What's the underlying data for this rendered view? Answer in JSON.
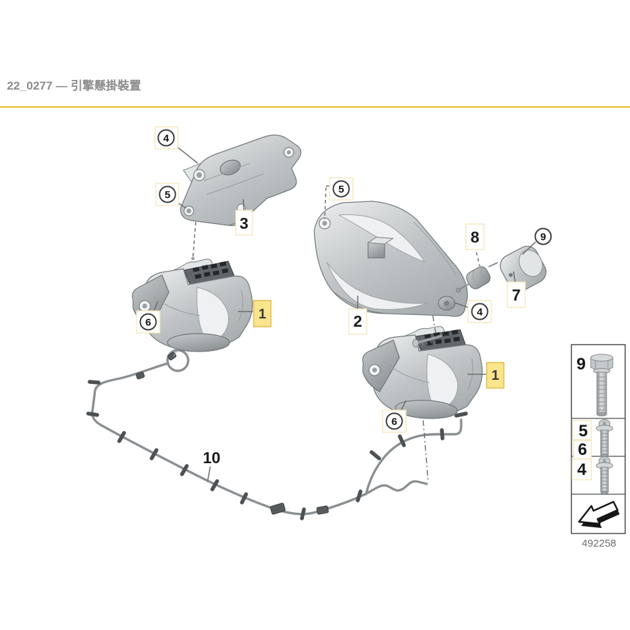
{
  "header": {
    "title": "22_0277 — 引擎懸掛裝置"
  },
  "accent": {
    "underline": "#EFC23C",
    "highlight-fill": "#FAE48C",
    "highlight-border": "#E0BC52",
    "faint-border": "#F3E4B0"
  },
  "diagram": {
    "callouts": {
      "circled": [
        "4",
        "5",
        "5",
        "9",
        "4",
        "6",
        "6"
      ],
      "plain": [
        "3",
        "2",
        "8",
        "7",
        "10"
      ],
      "highlighted": [
        "1",
        "1"
      ]
    }
  },
  "legend": {
    "rows": [
      {
        "labels": [
          "9"
        ],
        "fastener_icon": "hex-flange-bolt-icon"
      },
      {
        "labels": [
          "5",
          "6"
        ],
        "fastener_icon": "torx-flange-screw-icon"
      },
      {
        "labels": [
          "4"
        ],
        "fastener_icon": "torx-flange-screw-icon"
      }
    ],
    "figure_number": "492258"
  }
}
